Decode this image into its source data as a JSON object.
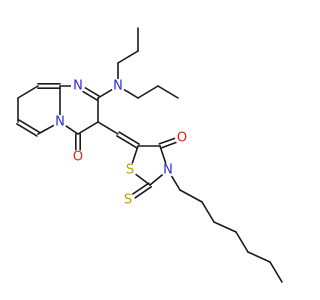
{
  "colors": {
    "background": "#ffffff",
    "bond": "#1a1a1a",
    "N": "#2b2bd9",
    "O": "#e0201a",
    "S": "#b8a000"
  },
  "atoms": [
    {
      "id": "N_top",
      "symbol": "N"
    },
    {
      "id": "N_ring",
      "symbol": "N"
    },
    {
      "id": "N_amine",
      "symbol": "N"
    },
    {
      "id": "O_pyr",
      "symbol": "O"
    },
    {
      "id": "S_ring",
      "symbol": "S"
    },
    {
      "id": "N_thz",
      "symbol": "N"
    },
    {
      "id": "O_thz",
      "symbol": "O"
    },
    {
      "id": "S_thione",
      "symbol": "S"
    }
  ]
}
